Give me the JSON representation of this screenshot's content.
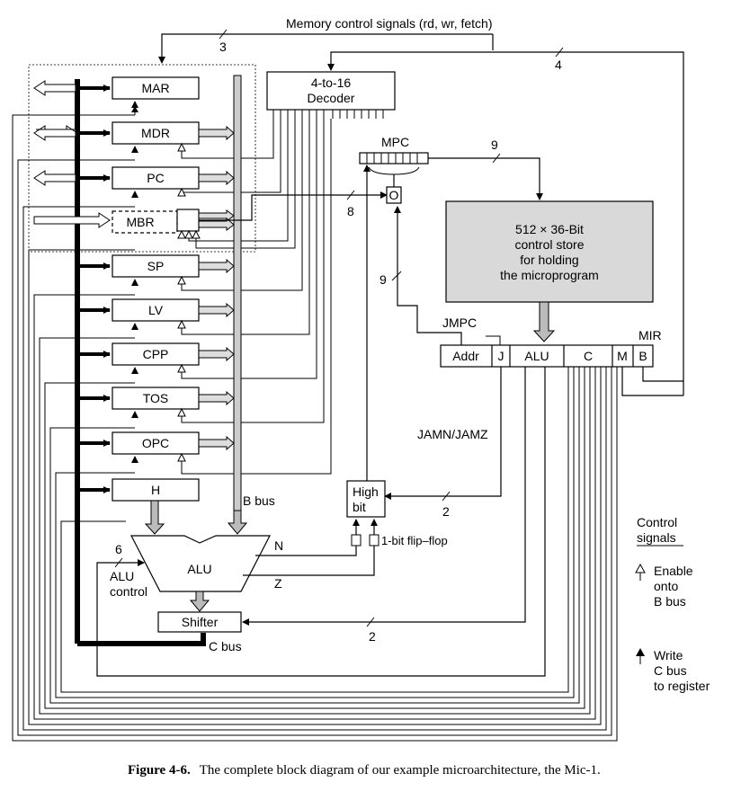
{
  "top_signals": {
    "memory_control": "Memory control signals (rd, wr, fetch)",
    "mem_count": "3",
    "decoder_count": "4"
  },
  "decoder": {
    "line1": "4-to-16",
    "line2": "Decoder"
  },
  "registers": [
    "MAR",
    "MDR",
    "PC",
    "MBR",
    "SP",
    "LV",
    "CPP",
    "TOS",
    "OPC",
    "H"
  ],
  "mpc": {
    "label": "MPC",
    "count_9_top": "9",
    "or_label": "O",
    "count_8": "8",
    "count_9_left": "9"
  },
  "control_store": {
    "line1": "512 × 36-Bit",
    "line2": "control store",
    "line3": "for holding",
    "line4": "the microprogram"
  },
  "mir": {
    "label": "MIR",
    "jmpc": "JMPC",
    "fields": [
      "Addr",
      "J",
      "ALU",
      "C",
      "M",
      "B"
    ]
  },
  "jam": {
    "label": "JAMN/JAMZ",
    "count": "2"
  },
  "high_bit": {
    "line1": "High",
    "line2": "bit"
  },
  "flipflop": {
    "label": "1-bit flip–flop",
    "n": "N",
    "z": "Z"
  },
  "alu": {
    "label": "ALU",
    "control_line1": "ALU",
    "control_line2": "control",
    "control_count": "6"
  },
  "shifter": {
    "label": "Shifter",
    "count": "2"
  },
  "buses": {
    "b_bus": "B bus",
    "c_bus": "C bus"
  },
  "legend": {
    "title_line1": "Control",
    "title_line2": "signals",
    "enable_line1": "Enable",
    "enable_line2": "onto",
    "enable_line3": "B bus",
    "write_line1": "Write",
    "write_line2": "C bus",
    "write_line3": "to register"
  },
  "caption": {
    "figure": "Figure 4-6.",
    "text": "The complete block diagram of our example microarchitecture, the Mic-1."
  }
}
